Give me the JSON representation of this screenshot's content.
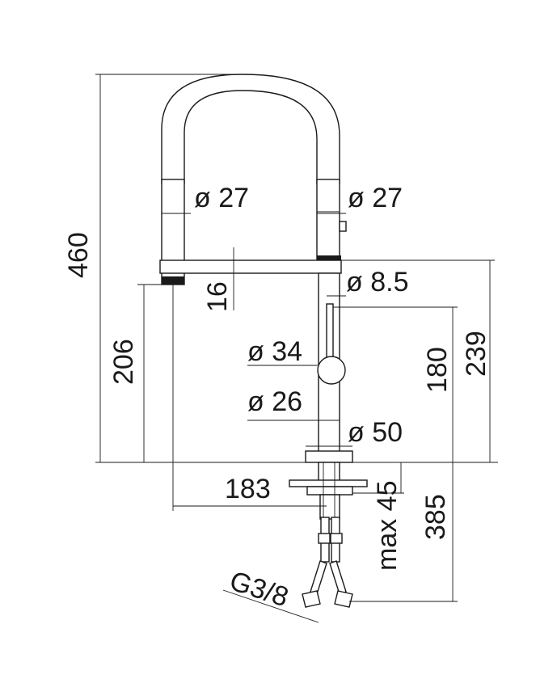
{
  "dimensions": {
    "total_height": "460",
    "hose_diameter_left": "ø 27",
    "hose_diameter_right": "ø 27",
    "spout_thickness": "16",
    "spout_height": "206",
    "tube_diameter": "ø 8.5",
    "lever_diameter": "ø 34",
    "body_diameter": "ø 26",
    "base_diameter": "ø 50",
    "lever_height": "180",
    "body_height": "239",
    "reach": "183",
    "max_deck_thickness": "max 45",
    "hose_length": "385",
    "connection_thread": "G3/8"
  }
}
